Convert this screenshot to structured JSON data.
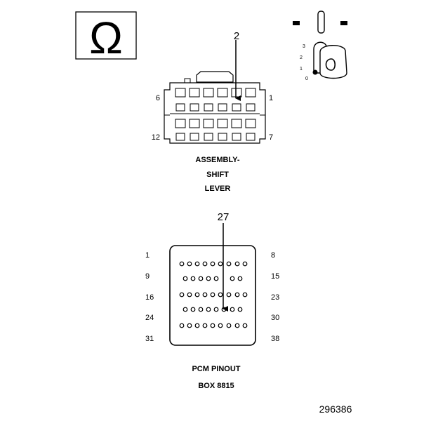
{
  "ohm_symbol": "Ω",
  "ignition": {
    "positions": [
      "3",
      "2",
      "1",
      "0"
    ]
  },
  "connector_top": {
    "callout": "2",
    "pin_labels": {
      "top_left": "6",
      "top_right": "1",
      "bottom_left": "12",
      "bottom_right": "7"
    },
    "caption": [
      "ASSEMBLY-",
      "SHIFT",
      "LEVER"
    ]
  },
  "connector_bottom": {
    "callout": "27",
    "row_labels_left": [
      "1",
      "9",
      "16",
      "24",
      "31"
    ],
    "row_labels_right": [
      "8",
      "15",
      "23",
      "30",
      "38"
    ],
    "caption": [
      "PCM PINOUT",
      "BOX 8815"
    ]
  },
  "figure_code": "296386"
}
